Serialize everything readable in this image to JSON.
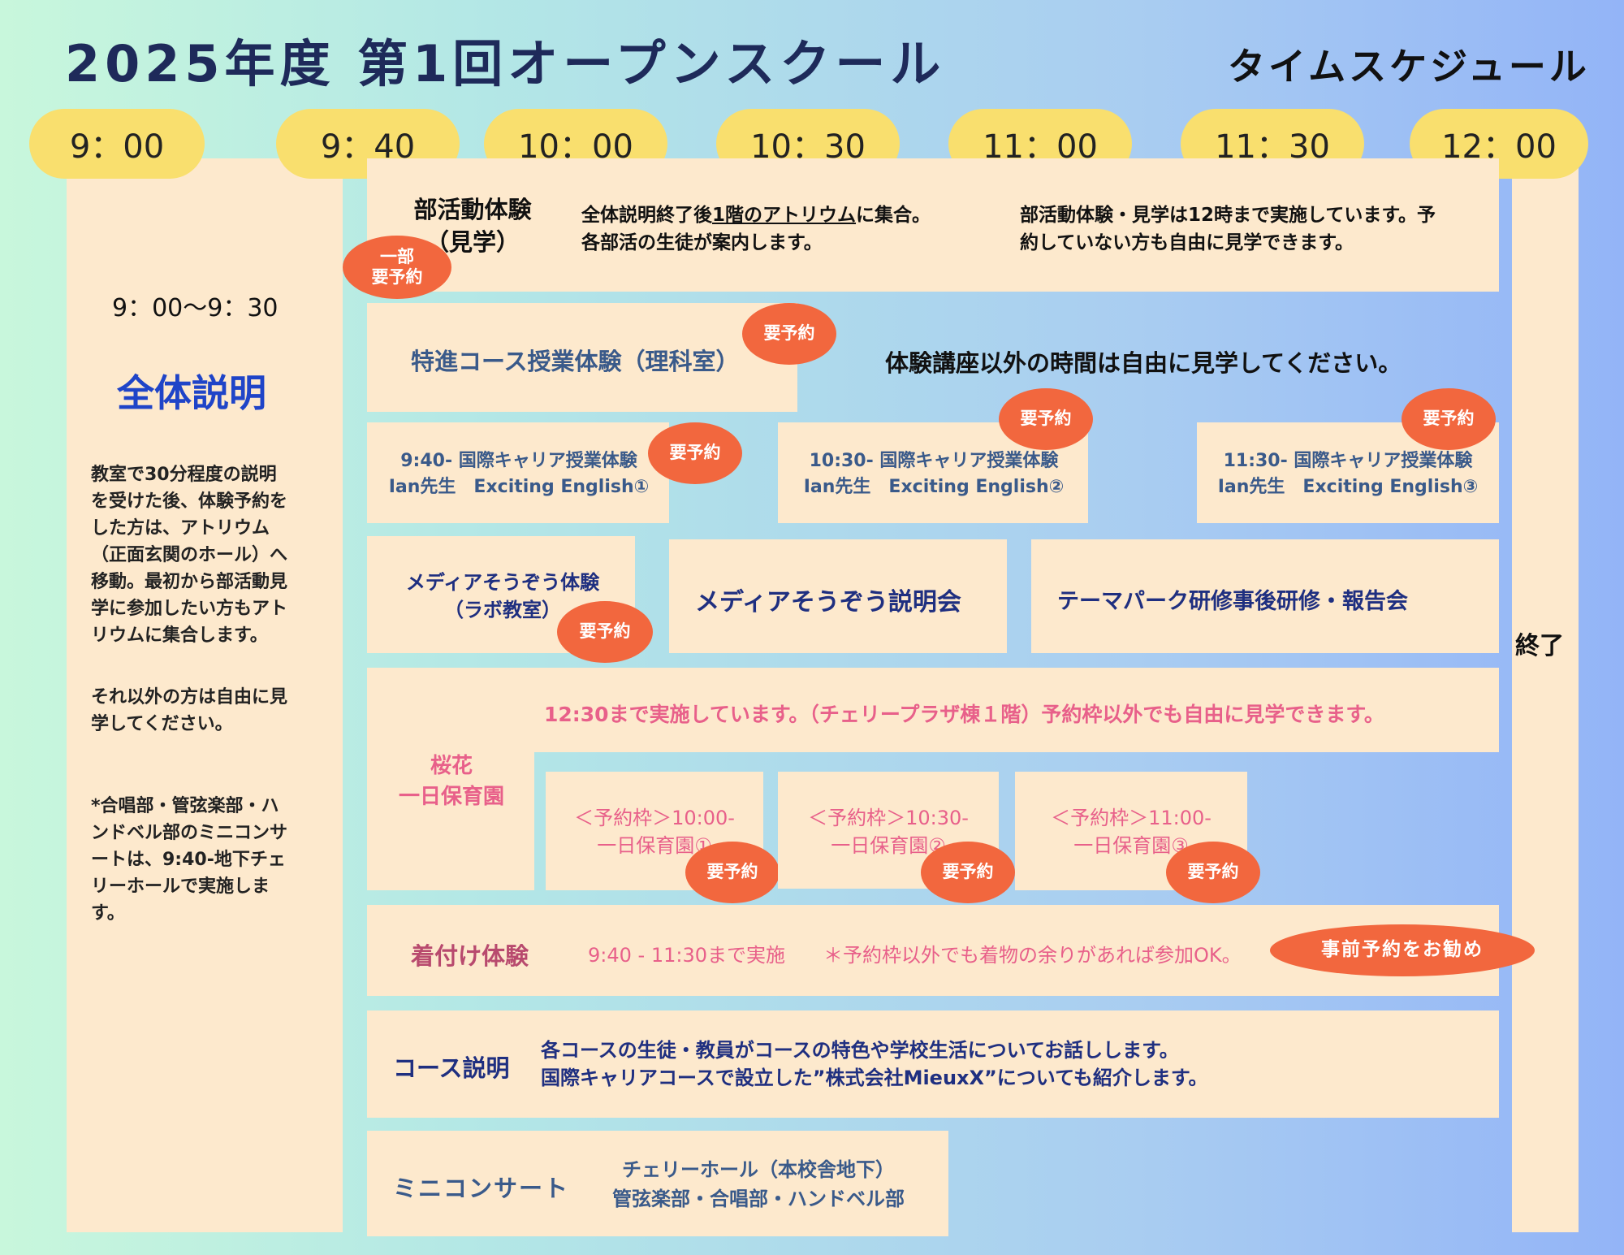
{
  "header": {
    "title": "2025年度 第1回オープンスクール",
    "subtitle": "タイムスケジュール"
  },
  "times": [
    "9：00",
    "9：40",
    "10：00",
    "10：30",
    "11：00",
    "11：30",
    "12：00"
  ],
  "left": {
    "time": "9：00～9：30",
    "heading": "全体説明",
    "para1_lines": [
      "教室で30分程度の説明",
      "を受けた後、体験予約を",
      "した方は、アトリウム",
      "（正面玄関のホール）へ",
      "移動。最初から部活動見",
      "学に参加したい方もアト",
      "リウムに集合します。"
    ],
    "para2_lines": [
      "それ以外の方は自由に見",
      "学してください。"
    ],
    "para3_lines": [
      "*合唱部・管弦楽部・ハ",
      "ンドベル部のミニコンサ",
      "ートは、9:40-地下チェ",
      "リーホールで実施しま",
      "す。"
    ]
  },
  "end_label": "終了",
  "club": {
    "title_line1": "部活動体験",
    "title_line2": "（見学）",
    "badge_line1": "一部",
    "badge_line2": "要予約",
    "desc1_pre": "全体説明終了後",
    "desc1_link": "1階のアトリウム",
    "desc1_post": "に集合。",
    "desc2": "各部活の生徒が案内します。",
    "note_line1": "部活動体験・見学は12時まで実施しています。予",
    "note_line2": "約していない方も自由に見学できます。"
  },
  "tokushin": {
    "label": "特進コース授業体験（理科室）",
    "badge": "要予約",
    "free_note": "体験講座以外の時間は自由に見学してください。"
  },
  "intl": [
    {
      "line1": "9:40-  国際キャリア授業体験",
      "line2": "Ian先生　Exciting English①",
      "badge": "要予約"
    },
    {
      "line1": "10:30- 国際キャリア授業体験",
      "line2": "Ian先生　Exciting English②",
      "badge": "要予約"
    },
    {
      "line1": "11:30- 国際キャリア授業体験",
      "line2": "Ian先生　Exciting English③",
      "badge": "要予約"
    }
  ],
  "media": {
    "exp_line1": "メディアそうぞう体験",
    "exp_line2": "（ラボ教室）",
    "exp_badge": "要予約",
    "briefing": "メディアそうぞう説明会",
    "theme": "テーマパーク研修事後研修・報告会"
  },
  "nursery": {
    "title_line1": "桜花",
    "title_line2": "一日保育園",
    "note": "12:30まで実施しています。（チェリープラザ棟１階）予約枠以外でも自由に見学できます。",
    "slots": [
      {
        "line1": "＜予約枠＞10:00-",
        "line2": "一日保育園①",
        "badge": "要予約"
      },
      {
        "line1": "＜予約枠＞10:30-",
        "line2": "一日保育園②",
        "badge": "要予約"
      },
      {
        "line1": "＜予約枠＞11:00-",
        "line2": "一日保育園③",
        "badge": "要予約"
      }
    ]
  },
  "kimono": {
    "title": "着付け体験",
    "time": "9:40 - 11:30まで実施",
    "note": "＊予約枠以外でも着物の余りがあれば参加OK。",
    "badge": "事前予約をお勧め"
  },
  "course": {
    "title": "コース説明",
    "line1": "各コースの生徒・教員がコースの特色や学校生活についてお話しします。",
    "line2": "国際キャリアコースで設立した”株式会社MieuxX”についても紹介します。"
  },
  "concert": {
    "title": "ミニコンサート",
    "line1": "チェリーホール（本校舎地下）",
    "line2": "管弦楽部・合唱部・ハンドベル部"
  },
  "colors": {
    "time_pill": "#f9df6e",
    "panel": "#fde9cd",
    "badge": "#f2673e",
    "navy": "#1f2f80",
    "pink": "#e8608a"
  }
}
